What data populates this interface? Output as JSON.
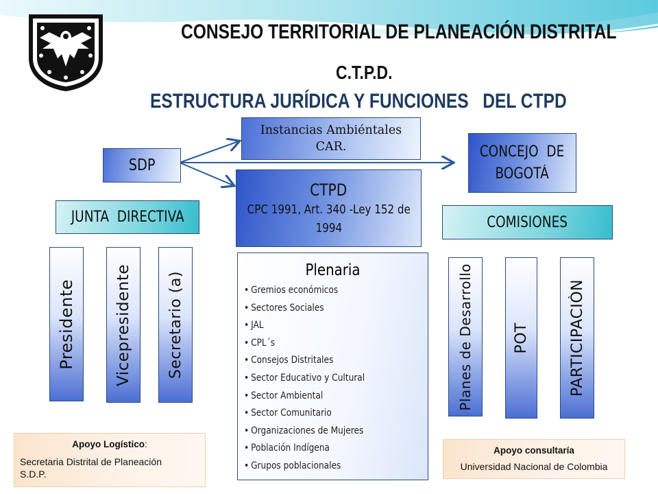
{
  "header": {
    "title_line1": "CONSEJO TERRITORIAL DE PLANEACIÓN DISTRITAL",
    "title_line2": "C.T.P.D.",
    "title_line3": "ESTRUCTURA JURÍDICA Y FUNCIONES   DEL CTPD"
  },
  "colors": {
    "title_blue": "#1f3a5f",
    "box_blue": "#2f55c9",
    "box_cyan": "#39bccd",
    "support_bg": "#fbe4cd"
  },
  "logo": {
    "icon": "eagle-coat-of-arms-icon"
  },
  "boxes": {
    "sdp": "SDP",
    "instancias_line1": "Instancias Ambiéntales",
    "instancias_line2": "CAR.",
    "ctpd_title": "CTPD",
    "ctpd_sub_line1": "CPC 1991, Art. 340 -Ley 152 de",
    "ctpd_sub_line2": "1994",
    "concejo_line1": "CONCEJO  DE",
    "concejo_line2": "BOGOTÁ",
    "junta": "JUNTA  DIRECTIVA",
    "comisiones": "COMISIONES"
  },
  "junta_members": [
    "Presidente",
    "Vicepresidente",
    "Secretario (a)"
  ],
  "comisiones_items": [
    "Planes de Desarrollo",
    "POT",
    "PARTICIPACIÒN"
  ],
  "plenaria": {
    "title": "Plenaria",
    "items": [
      "Gremios económicos",
      "Sectores Sociales",
      "JAL",
      "CPL´s",
      "Consejos Distritales",
      "Sector Educativo y Cultural",
      "Sector Ambiental",
      "Sector Comunitario",
      "Organizaciones de Mujeres",
      "Población Indígena",
      "Grupos poblacionales"
    ]
  },
  "support": {
    "logistico_label": "Apoyo Logístico",
    "logistico_colon": ":",
    "logistico_line1": "Secretaria Distrital de Planeación",
    "logistico_line2": "S.D.P.",
    "consultaria_label": "Apoyo consultaría",
    "consultaria_text": "Universidad Nacional de Colombia"
  }
}
